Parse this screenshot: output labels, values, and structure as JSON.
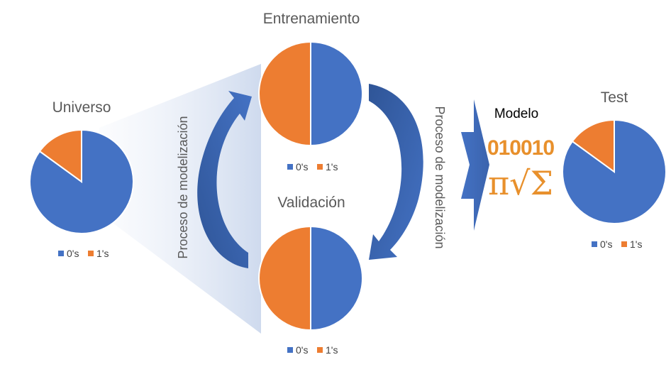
{
  "colors": {
    "zeros": "#4472C4",
    "ones": "#ED7D31",
    "arrow": "#4472C4",
    "arrow_dark": "#2F5597",
    "math_icon": "#E8902C"
  },
  "charts": {
    "universo": {
      "title": "Universo",
      "chart_data": {
        "type": "pie",
        "categories": [
          "0's",
          "1's"
        ],
        "values": [
          85,
          15
        ]
      },
      "legend": [
        "0's",
        "1's"
      ]
    },
    "entrenamiento": {
      "title": "Entrenamiento",
      "chart_data": {
        "type": "pie",
        "categories": [
          "0's",
          "1's"
        ],
        "values": [
          50,
          50
        ]
      },
      "legend": [
        "0's",
        "1's"
      ]
    },
    "validacion": {
      "title": "Validación",
      "chart_data": {
        "type": "pie",
        "categories": [
          "0's",
          "1's"
        ],
        "values": [
          50,
          50
        ]
      },
      "legend": [
        "0's",
        "1's"
      ]
    },
    "test": {
      "title": "Test",
      "chart_data": {
        "type": "pie",
        "categories": [
          "0's",
          "1's"
        ],
        "values": [
          85,
          15
        ]
      },
      "legend": [
        "0's",
        "1's"
      ]
    }
  },
  "process_left": "Proceso de modelización",
  "process_right": "Proceso de modelización",
  "model_label": "Modelo",
  "model_icon": {
    "binary": "010010",
    "symbols": "π√Σ"
  }
}
